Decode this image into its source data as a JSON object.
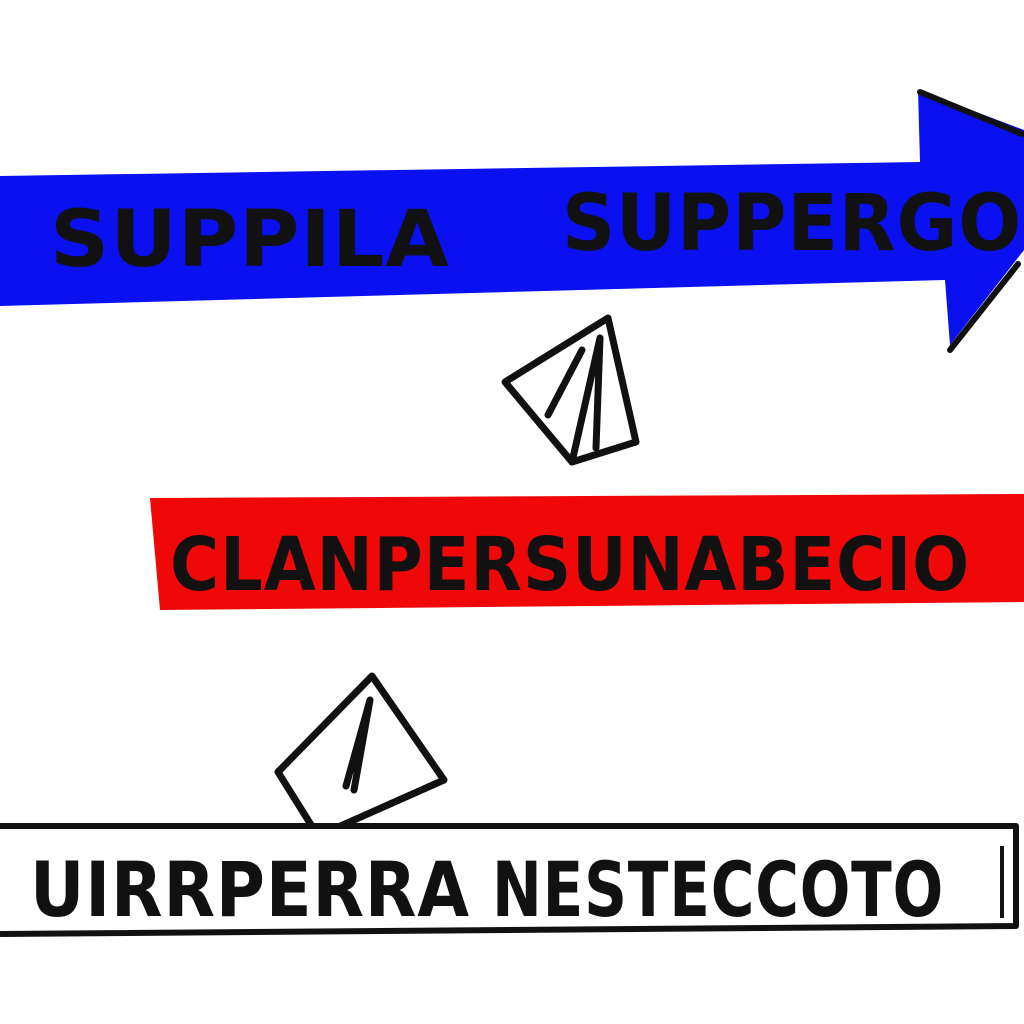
{
  "colors": {
    "background": "#ffffff",
    "top_arrow": "#0a10f0",
    "middle_band": "#f00808",
    "bottom_box": "#ffffff",
    "ink": "#111111"
  },
  "top_arrow": {
    "left_label": "SUPPILA",
    "right_label": "SUPPERGO"
  },
  "middle_band": {
    "label": "CLANPERSUNABECIO"
  },
  "bottom_box": {
    "left_label": "UIRRPERRA",
    "right_label": "NESTECCOTO"
  },
  "icons": {
    "upper_marker": "warning-triangle-icon",
    "lower_marker": "warning-triangle-icon"
  }
}
